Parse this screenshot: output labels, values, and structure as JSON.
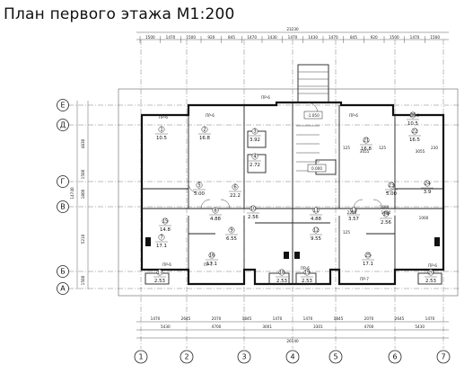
{
  "title": "План первого этажа М1:200",
  "axes_vertical": [
    "1",
    "2",
    "3",
    "4",
    "5",
    "6",
    "7"
  ],
  "axes_horizontal": [
    "Е",
    "Д",
    "Г",
    "В",
    "Б",
    "А"
  ],
  "dims_top": [
    "1500",
    "1470",
    "1500",
    "920",
    "845",
    "1470",
    "1430",
    "1470",
    "1430",
    "1470",
    "845",
    "920",
    "1500",
    "1470",
    "1500"
  ],
  "dim_top_total": "23230",
  "dims_bottom_row1": [
    "1470",
    "2645",
    "2070",
    "1845",
    "1470",
    "1470",
    "1845",
    "2070",
    "2645",
    "1470"
  ],
  "dims_bottom_row2": [
    "5430",
    "4700",
    "3001",
    "3301",
    "4700",
    "5430"
  ],
  "dim_bottom_total": "26140",
  "dims_left": [
    "4830",
    "1500",
    "1800",
    "5210",
    "1500"
  ],
  "dim_left_total": "14740",
  "rooms": [
    {
      "id": "1",
      "area": "10.5"
    },
    {
      "id": "2",
      "area": "16.8"
    },
    {
      "id": "3",
      "area": "3.92"
    },
    {
      "id": "4",
      "area": "2.72"
    },
    {
      "id": "5",
      "area": "5.00"
    },
    {
      "id": "6",
      "area": "22.2"
    },
    {
      "id": "7",
      "area": "17.1"
    },
    {
      "id": "8",
      "area": "4.88"
    },
    {
      "id": "9",
      "area": "6.55"
    },
    {
      "id": "10",
      "area": "2.56"
    },
    {
      "id": "11",
      "area": "4.88"
    },
    {
      "id": "12",
      "area": "9.55"
    },
    {
      "id": "13",
      "area": "3.57"
    },
    {
      "id": "14",
      "area": "2.56"
    },
    {
      "id": "15",
      "area": "14.8"
    },
    {
      "id": "16",
      "area": "17.1"
    },
    {
      "id": "17",
      "area": "2.53"
    },
    {
      "id": "18",
      "area": "2.53"
    },
    {
      "id": "19",
      "area": "2.53"
    },
    {
      "id": "20",
      "area": "2.53"
    },
    {
      "id": "21",
      "area": "16.8"
    },
    {
      "id": "22",
      "area": "16.5"
    },
    {
      "id": "23",
      "area": "5.00"
    },
    {
      "id": "24",
      "area": "3.9"
    },
    {
      "id": "25",
      "area": "17.1"
    },
    {
      "id": "26",
      "area": "10.5"
    }
  ],
  "marks": [
    "ПР-6",
    "ПР-6",
    "ПР-6",
    "ПР-6",
    "ПР-6",
    "ПР-6",
    "ПР-7",
    "ПР-6",
    "ПР-7",
    "ПР-6"
  ],
  "levels": [
    "-1.050",
    "0.000"
  ],
  "small_dims": [
    "1400",
    "1000",
    "3455",
    "3055",
    "125",
    "2250",
    "125",
    "1480",
    "125",
    "230"
  ]
}
